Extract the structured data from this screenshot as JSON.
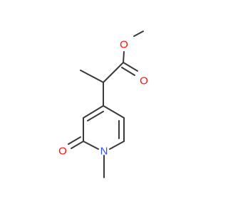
{
  "molecule": {
    "atoms": [
      {
        "id": "ester-O",
        "symbol": "O",
        "color": "#ff0d0d"
      },
      {
        "id": "carbonyl-O-ester",
        "symbol": "O",
        "color": "#ff0d0d"
      },
      {
        "id": "carbonyl-O-ring",
        "symbol": "O",
        "color": "#ff0d0d"
      },
      {
        "id": "ring-N",
        "symbol": "N",
        "color": "#3050f8"
      }
    ],
    "bond_color": "#3a3a3a"
  }
}
